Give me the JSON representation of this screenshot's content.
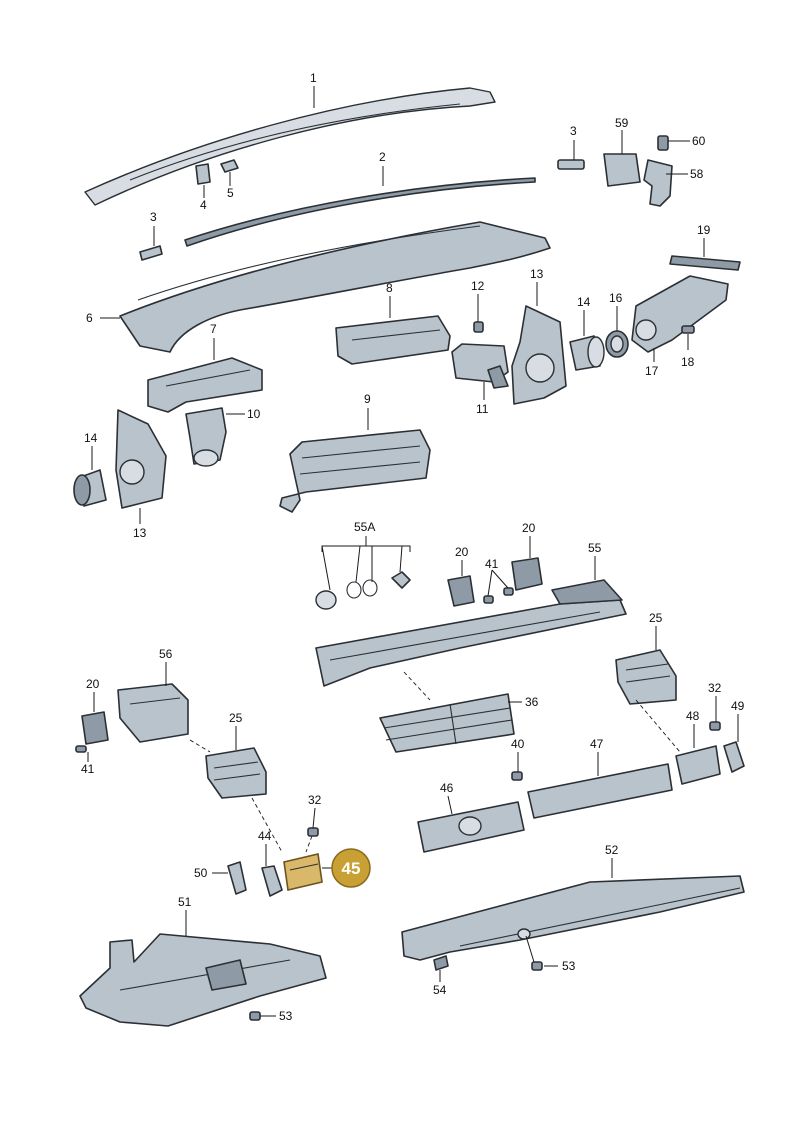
{
  "labels": {
    "p1": "1",
    "p2": "2",
    "p3a": "3",
    "p3b": "3",
    "p4": "4",
    "p5": "5",
    "p6": "6",
    "p7": "7",
    "p8": "8",
    "p9": "9",
    "p10": "10",
    "p11": "11",
    "p12": "12",
    "p13a": "13",
    "p13b": "13",
    "p14a": "14",
    "p14b": "14",
    "p16": "16",
    "p17": "17",
    "p18": "18",
    "p19": "19",
    "p59": "59",
    "p60": "60",
    "p58": "58",
    "p55a": "55A",
    "p20a": "20",
    "p20b": "20",
    "p20c": "20",
    "p41a": "41",
    "p41b": "41",
    "p55": "55",
    "p25a": "25",
    "p25b": "25",
    "p56": "56",
    "p36": "36",
    "p32a": "32",
    "p32b": "32",
    "p48": "48",
    "p49": "49",
    "p47": "47",
    "p40": "40",
    "p46": "46",
    "p44": "44",
    "p50": "50",
    "p52": "52",
    "p51": "51",
    "p53a": "53",
    "p53b": "53",
    "p54": "54"
  },
  "highlight": {
    "label": "45",
    "color": "#c9a033"
  }
}
